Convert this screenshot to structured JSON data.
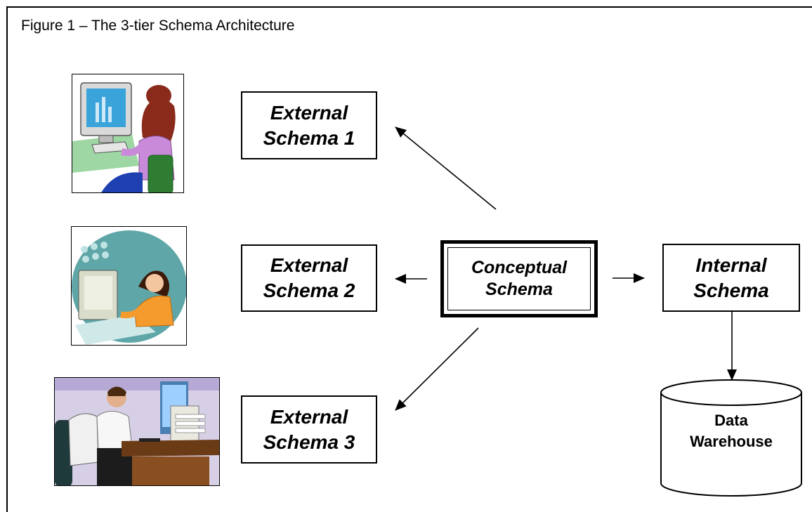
{
  "caption": "Figure 1 – The 3-tier Schema Architecture",
  "nodes": {
    "external1": {
      "line1": "External",
      "line2": "Schema 1"
    },
    "external2": {
      "line1": "External",
      "line2": "Schema 2"
    },
    "external3": {
      "line1": "External",
      "line2": "Schema 3"
    },
    "conceptual": {
      "line1": "Conceptual",
      "line2": "Schema"
    },
    "internal": {
      "line1": "Internal",
      "line2": "Schema"
    },
    "warehouse": {
      "line1": "Data",
      "line2": "Warehouse"
    }
  },
  "edges": [
    {
      "from": "conceptual",
      "to": "external1"
    },
    {
      "from": "conceptual",
      "to": "external2"
    },
    {
      "from": "conceptual",
      "to": "external3"
    },
    {
      "from": "conceptual",
      "to": "internal"
    },
    {
      "from": "internal",
      "to": "warehouse"
    }
  ],
  "illustrations": [
    {
      "icon": "woman-at-computer-icon"
    },
    {
      "icon": "woman-at-workstation-icon"
    },
    {
      "icon": "man-at-desk-icon"
    }
  ]
}
